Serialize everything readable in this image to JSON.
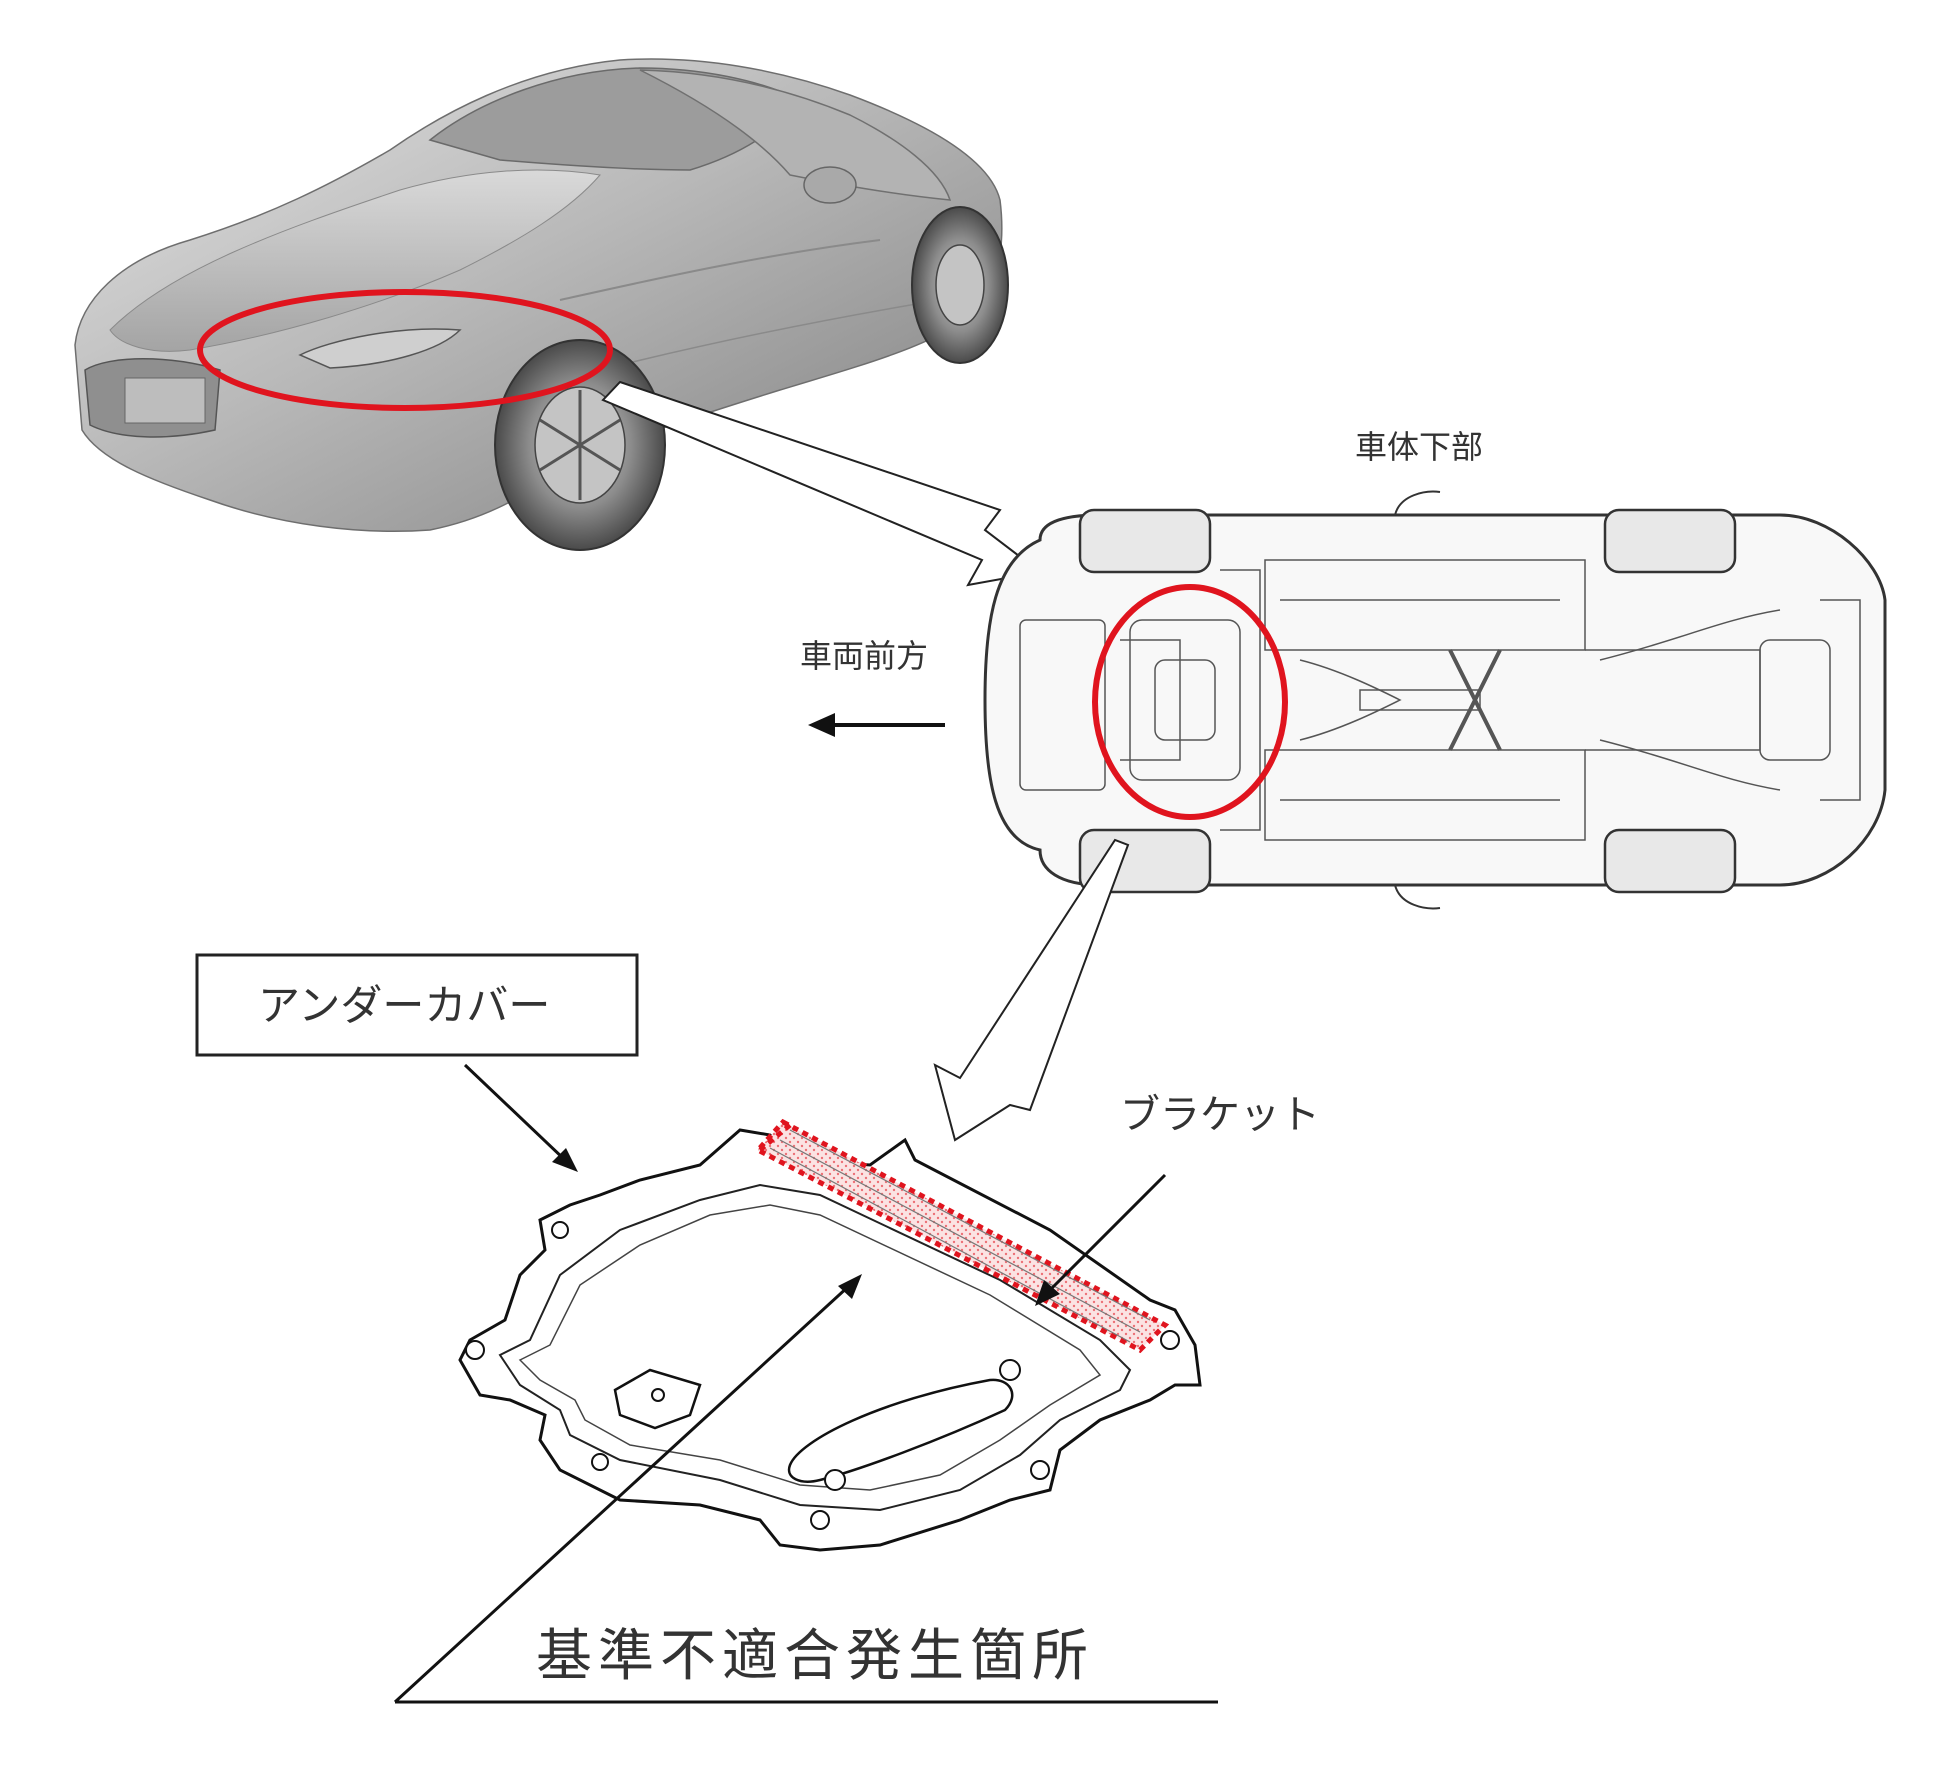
{
  "labels": {
    "underbody": "車体下部",
    "vehicle_front": "車両前方",
    "under_cover": "アンダーカバー",
    "bracket": "ブラケット",
    "nonconformity_location": "基準不適合発生箇所"
  },
  "colors": {
    "highlight": "#e0141e",
    "line": "#222222",
    "body_gray": "#9a9a9a",
    "bracket_fill": "#f6c9c9"
  },
  "figures": {
    "car_perspective": "car-3d-render",
    "underbody_view": "car-underbody-line-drawing",
    "under_cover_part": "under-cover-line-drawing"
  }
}
